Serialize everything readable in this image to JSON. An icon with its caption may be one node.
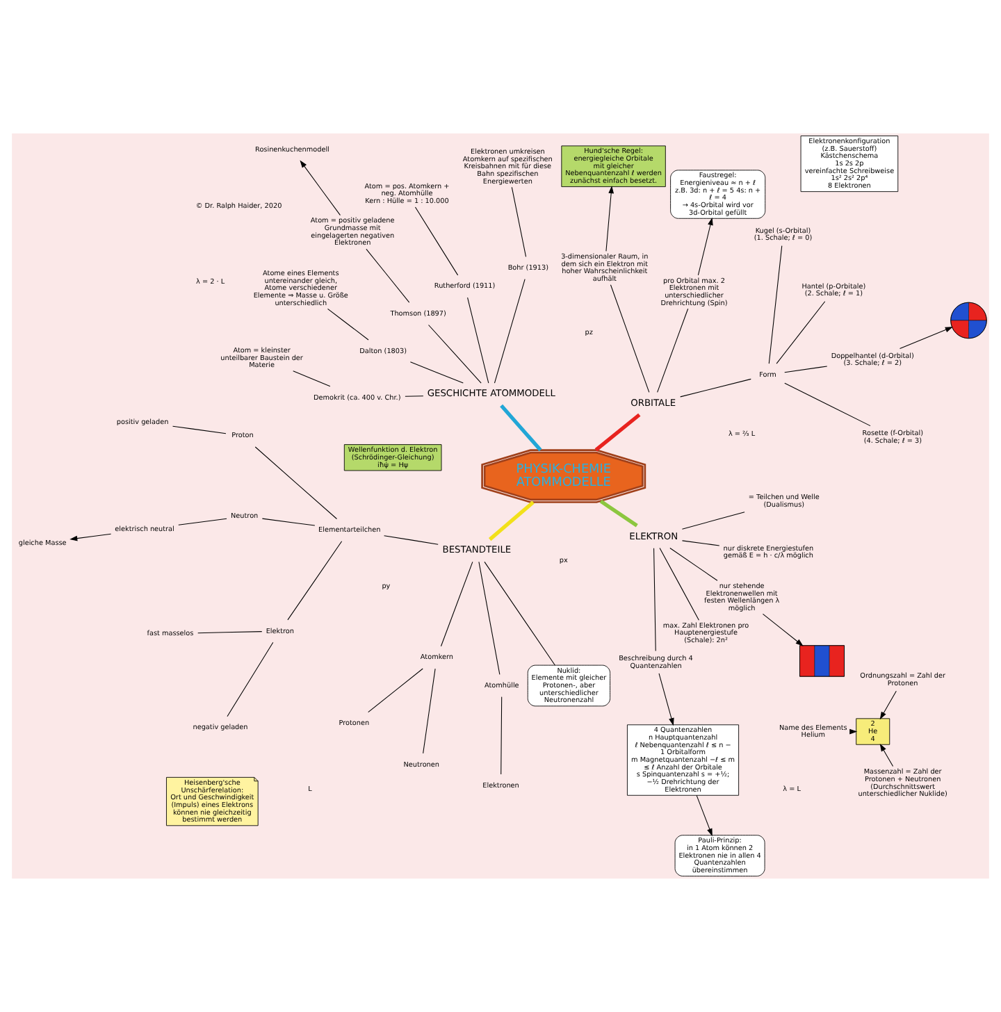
{
  "diagram": {
    "nodes": [
      {
        "text": [
          "PHYSIK-CHEMIE",
          "ATOMMODELLE"
        ]
      },
      {
        "text": [
          "ORBITALE"
        ]
      },
      {
        "text": [
          "GESCHICHTE ATOMMODELL"
        ]
      },
      {
        "text": [
          "BESTANDTEILE"
        ]
      },
      {
        "text": [
          "ELEKTRON"
        ]
      },
      {
        "text": [
          "Form"
        ]
      },
      {
        "text": [
          "Rosette (f-Orbital)",
          "(4. Schale; ℓ = 3)"
        ]
      },
      {
        "text": [
          "Doppelhantel (d-Orbital)",
          "(3. Schale; ℓ = 2)"
        ]
      },
      {
        "text": [
          "Hantel (p-Orbitale)",
          "(2. Schale; ℓ = 1)"
        ]
      },
      {
        "text": [
          "Kugel (s-Orbital)",
          "(1. Schale; ℓ = 0)"
        ]
      },
      {
        "text": [
          "pro Orbital max. 2 Elektronen mit unterschiedlicher Drehrichtung (Spin)"
        ]
      },
      {
        "text": [
          "3-dimensionaler Raum, in dem sich ein Elektron mit hoher Wahrscheinlichkeit aufhält"
        ]
      },
      {
        "text": [
          "Elektronenkonfiguration (z.B. Sauerstoff)",
          "Kästchenschema",
          "1s 2s 2p",
          "vereinfachte Schreibweise 1s² 2s² 2p⁴",
          "8 Elektronen"
        ]
      },
      {
        "text": [
          "Faustregel:",
          "Energieniveau ≈ n + ℓ",
          "z.B. 3d: n + ℓ = 5 4s: n + ℓ = 4",
          "→ 4s-Orbital wird vor 3d-Orbital gefüllt"
        ]
      },
      {
        "text": [
          "Hund'sche Regel:",
          "energiegleiche Orbitale mit gleicher Nebenquantenzahl ℓ werden zunächst einfach besetzt."
        ]
      },
      {
        "text": [],
        "shape": "picture"
      },
      {
        "text": [
          "Bohr (1913)"
        ]
      },
      {
        "text": [
          "Elektronen umkreisen Atomkern auf spezifischen Kreisbahnen mit für diese Bahn spezifischen Energiewerten"
        ]
      },
      {
        "text": [
          "Rutherford (1911)"
        ]
      },
      {
        "text": [
          "Atom = pos. Atomkern + neg. Atomhülle",
          "Kern : Hülle = 1 : 10.000"
        ]
      },
      {
        "text": [
          "Thomson (1897)"
        ]
      },
      {
        "text": [
          "Atom = positiv geladene Grundmasse mit eingelagerten negativen Elektronen"
        ]
      },
      {
        "text": [
          "Rosinenkuchenmodell"
        ]
      },
      {
        "text": [
          "Dalton (1803)"
        ]
      },
      {
        "text": [
          "Atome eines Elements untereinander gleich, Atome verschiedener Elemente ⇒ Masse u. Größe unterschiedlich"
        ]
      },
      {
        "text": [
          "Demokrit (ca. 400 v. Chr.)"
        ]
      },
      {
        "text": [
          "Atom = kleinster unteilbarer Baustein der Materie"
        ]
      },
      {
        "text": [
          "Elementarteilchen"
        ]
      },
      {
        "text": [
          "Proton"
        ]
      },
      {
        "text": [
          "positiv geladen"
        ]
      },
      {
        "text": [
          "Neutron"
        ]
      },
      {
        "text": [
          "elektrisch neutral"
        ]
      },
      {
        "text": [
          "Elektron"
        ]
      },
      {
        "text": [
          "fast masselos"
        ]
      },
      {
        "text": [
          "negativ geladen"
        ]
      },
      {
        "text": [
          "gleiche Masse"
        ]
      },
      {
        "text": [
          "Atomkern"
        ]
      },
      {
        "text": [
          "Protonen"
        ]
      },
      {
        "text": [
          "Neutronen"
        ]
      },
      {
        "text": [
          "Atomhülle"
        ]
      },
      {
        "text": [
          "Elektronen"
        ]
      },
      {
        "text": [
          "Ordnungszahl = Zahl der Protonen"
        ]
      },
      {
        "text": [
          "2",
          "He",
          "4"
        ]
      },
      {
        "text": [
          "Name des Elements",
          "Helium"
        ]
      },
      {
        "text": [
          "Massenzahl = Zahl der Protonen + Neutronen",
          "(Durchschnittswert unterschiedlicher Nuklide)"
        ]
      },
      {
        "text": [
          "Nuklid:",
          "Elemente mit gleicher Protonen-, aber unterschiedlicher Neutronenzahl"
        ]
      },
      {
        "text": [
          "Heisenberg'sche Unschärferelation:",
          "Ort und Geschwindigkeit (Impuls) eines Elektrons können nie gleichzeitig bestimmt werden"
        ]
      },
      {
        "text": [
          "Beschreibung durch 4 Quantenzahlen"
        ]
      },
      {
        "text": [
          "4 Quantenzahlen",
          "n Hauptquantenzahl",
          "ℓ Nebenquantenzahl ℓ ≤ n − 1 Orbitalform",
          "m Magnetquantenzahl −ℓ ≤ m ≤ ℓ Anzahl der Orbitale",
          "s Spinquantenzahl s = +½; −½ Drehrichtung der Elektronen"
        ]
      },
      {
        "text": [
          "Pauli-Prinzip:",
          "in 1 Atom können 2 Elektronen nie in allen 4 Quantenzahlen übereinstimmen"
        ]
      },
      {
        "text": [
          "max. Zahl Elektronen pro Hauptenergiestufe (Schale): 2n²"
        ]
      },
      {
        "text": [
          "nur stehende Elektronenwellen mit festen Wellenlängen λ möglich"
        ]
      },
      {
        "text": [
          "nur diskrete Energiestufen gemäß E = h · c/λ möglich"
        ]
      },
      {
        "text": [
          "Wellenfunktion d. Elektron",
          "(Schrödinger-Gleichung)",
          "iħψ̇ = Hψ"
        ]
      },
      {
        "text": [
          "= Teilchen und Welle (Dualismus)"
        ]
      },
      {
        "text": [],
        "shape": "picture"
      }
    ],
    "edges": [
      {
        "from": 0,
        "to": 1,
        "arrow": "none",
        "style": "thick",
        "color": "#e8231f"
      },
      {
        "from": 0,
        "to": 2,
        "arrow": "none",
        "style": "thick",
        "color": "#22a6d6"
      },
      {
        "from": 0,
        "to": 3,
        "arrow": "none",
        "style": "thick",
        "color": "#f2e01a"
      },
      {
        "from": 0,
        "to": 4,
        "arrow": "none",
        "style": "thick",
        "color": "#8cc63f"
      },
      {
        "from": 1,
        "to": 5,
        "arrow": "none"
      },
      {
        "from": 5,
        "to": 6,
        "arrow": "none"
      },
      {
        "from": 5,
        "to": 7,
        "arrow": "none"
      },
      {
        "from": 5,
        "to": 8,
        "arrow": "none"
      },
      {
        "from": 5,
        "to": 9,
        "arrow": "none"
      },
      {
        "from": 1,
        "to": 10,
        "arrow": "none"
      },
      {
        "from": 1,
        "to": 11,
        "arrow": "none"
      },
      {
        "from": 7,
        "to": 15,
        "arrow": "to"
      },
      {
        "from": 10,
        "to": 13,
        "arrow": "to"
      },
      {
        "from": 11,
        "to": 14,
        "arrow": "to"
      },
      {
        "from": 2,
        "to": 16,
        "arrow": "none"
      },
      {
        "from": 16,
        "to": 17,
        "arrow": "none"
      },
      {
        "from": 2,
        "to": 18,
        "arrow": "none"
      },
      {
        "from": 18,
        "to": 19,
        "arrow": "none"
      },
      {
        "from": 2,
        "to": 20,
        "arrow": "none"
      },
      {
        "from": 20,
        "to": 21,
        "arrow": "none"
      },
      {
        "from": 21,
        "to": 22,
        "arrow": "to"
      },
      {
        "from": 2,
        "to": 23,
        "arrow": "none"
      },
      {
        "from": 23,
        "to": 24,
        "arrow": "none"
      },
      {
        "from": 2,
        "to": 25,
        "arrow": "none"
      },
      {
        "from": 25,
        "to": 26,
        "arrow": "none"
      },
      {
        "from": 3,
        "to": 27,
        "arrow": "none"
      },
      {
        "from": 27,
        "to": 28,
        "arrow": "none"
      },
      {
        "from": 28,
        "to": 29,
        "arrow": "none"
      },
      {
        "from": 27,
        "to": 30,
        "arrow": "none"
      },
      {
        "from": 30,
        "to": 31,
        "arrow": "none"
      },
      {
        "from": 27,
        "to": 32,
        "arrow": "none"
      },
      {
        "from": 32,
        "to": 33,
        "arrow": "none"
      },
      {
        "from": 32,
        "to": 34,
        "arrow": "none"
      },
      {
        "from": 31,
        "to": 35,
        "arrow": "to"
      },
      {
        "from": 3,
        "to": 36,
        "arrow": "none"
      },
      {
        "from": 36,
        "to": 37,
        "arrow": "none"
      },
      {
        "from": 36,
        "to": 38,
        "arrow": "none"
      },
      {
        "from": 3,
        "to": 39,
        "arrow": "none"
      },
      {
        "from": 39,
        "to": 40,
        "arrow": "none"
      },
      {
        "from": 41,
        "to": 42,
        "arrow": "to"
      },
      {
        "from": 43,
        "to": 42,
        "arrow": "to"
      },
      {
        "from": 44,
        "to": 42,
        "arrow": "to"
      },
      {
        "from": 3,
        "to": 45,
        "arrow": "none"
      },
      {
        "from": 4,
        "to": 47,
        "arrow": "none"
      },
      {
        "from": 47,
        "to": 48,
        "arrow": "to"
      },
      {
        "from": 48,
        "to": 49,
        "arrow": "to"
      },
      {
        "from": 4,
        "to": 50,
        "arrow": "none"
      },
      {
        "from": 4,
        "to": 51,
        "arrow": "none"
      },
      {
        "from": 51,
        "to": 55,
        "arrow": "to"
      },
      {
        "from": 4,
        "to": 52,
        "arrow": "none"
      },
      {
        "from": 4,
        "to": 54,
        "arrow": "none"
      }
    ],
    "labels": [
      "px",
      "py",
      "pz",
      "λ = ⅔ L",
      "λ = L",
      "λ = 2 · L",
      "L",
      "© Dr. Ralph Haider, 2020"
    ]
  }
}
